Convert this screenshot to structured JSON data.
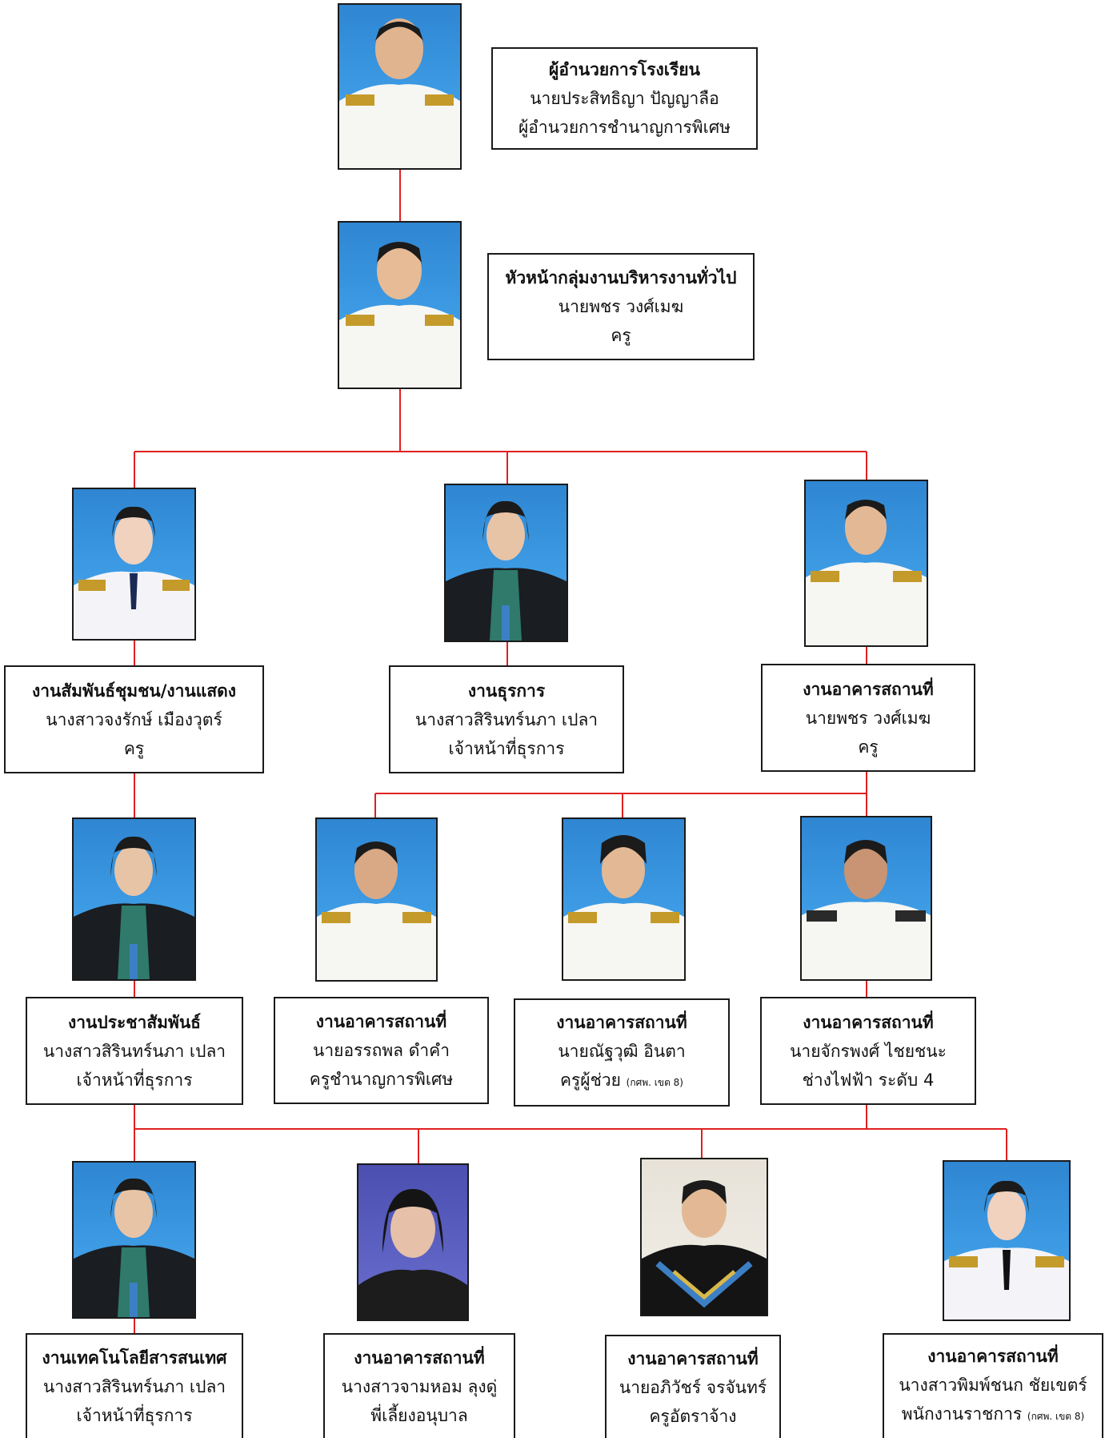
{
  "colors": {
    "connector": "#e02020",
    "border": "#1a1a1a"
  },
  "nodes": {
    "director": {
      "title": "ผู้อำนวยการโรงเรียน",
      "name": "นายประสิทธิญา  ปัญญาลือ",
      "position": "ผู้อำนวยการชำนาญการพิเศษ"
    },
    "head": {
      "title": "หัวหน้ากลุ่มงานบริหารงานทั่วไป",
      "name": "นายพชร  วงศ์เมฆ",
      "position": "ครู"
    },
    "community": {
      "title": "งานสัมพันธ์ชุมชน/งานแสดง",
      "name": "นางสาวจงรักษ์  เมืองวุตร์",
      "position": "ครู"
    },
    "business": {
      "title": "งานธุรการ",
      "name": "นางสาวสิรินทร์นภา  เปลา",
      "position": "เจ้าหน้าที่ธุรการ"
    },
    "building": {
      "title": "งานอาคารสถานที่",
      "name": "นายพชร  วงศ์เมฆ",
      "position": "ครู"
    },
    "pr": {
      "title": "งานประชาสัมพันธ์",
      "name": "นางสาวสิรินทร์นภา  เปลา",
      "position": "เจ้าหน้าที่ธุรการ"
    },
    "building2": {
      "title": "งานอาคารสถานที่",
      "name": "นายอรรถพล  ดำคำ",
      "position": "ครูชำนาญการพิเศษ"
    },
    "building3": {
      "title": "งานอาคารสถานที่",
      "name": "นายณัฐวุฒิ  อินตา",
      "position": "ครูผู้ช่วย",
      "note": "(กศพ. เขต 8)"
    },
    "building4": {
      "title": "งานอาคารสถานที่",
      "name": "นายจักรพงศ์ ไชยชนะ",
      "position": "ช่างไฟฟ้า ระดับ 4"
    },
    "it": {
      "title": "งานเทคโนโลยีสารสนเทศ",
      "name": "นางสาวสิรินทร์นภา  เปลา",
      "position": "เจ้าหน้าที่ธุรการ"
    },
    "building5": {
      "title": "งานอาคารสถานที่",
      "name": "นางสาวจามหอม  ลุงดู่",
      "position": "พี่เลี้ยงอนุบาล"
    },
    "building6": {
      "title": "งานอาคารสถานที่",
      "name": "นายอภิวัชร์  จรจันทร์",
      "position": "ครูอัตราจ้าง"
    },
    "building7": {
      "title": "งานอาคารสถานที่",
      "name": "นางสาวพิมพ์ชนก  ชัยเขตร์",
      "position": "พนักงานราชการ",
      "note": "(กศพ. เขต 8)"
    }
  }
}
